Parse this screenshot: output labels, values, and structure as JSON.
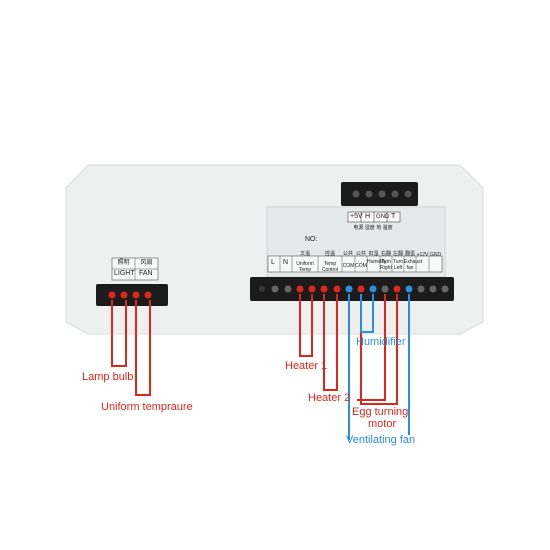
{
  "callouts": {
    "lamp_bulb": "Lamp bulb",
    "uniform_temperature": "Uniform tempraure",
    "heater_1": "Heater 1",
    "heater_2": "Heater 2",
    "humidifier": "Humidifier",
    "egg_turning_line1": "Egg turning",
    "egg_turning_line2": "motor",
    "ventilating_fan": "Ventilating fan"
  },
  "colors": {
    "red_wire": "#e0261b",
    "blue_wire": "#2a8fe0",
    "panel": "#eef0ef",
    "label_plate": "#e9ecec",
    "terminal_block": "#1b1b1b"
  },
  "left_block": {
    "cn_labels": [
      "照明",
      "风扇"
    ],
    "en_labels": [
      "LIGHT",
      "FAN"
    ]
  },
  "top_block": {
    "labels": [
      "+5V",
      "H",
      "GND",
      "T"
    ],
    "cn_labels": [
      "电源",
      "湿度",
      "地",
      "温度"
    ]
  },
  "main_block": {
    "no_label": "NO:",
    "row_cn": [
      "",
      "",
      "文温",
      "",
      "控温",
      "",
      "公共",
      "公共",
      "扣湿",
      "右翻",
      "左翻",
      "翻蛋",
      "+12V",
      "GND"
    ],
    "row_en": [
      "L",
      "N",
      "Uniform Temp",
      "",
      "Temp Control",
      "",
      "COM",
      "COM",
      "Humidify",
      "Turn Right",
      "Turn Left",
      "Exhaust fan",
      "",
      ""
    ]
  },
  "icons": [
    "screw-terminal-icon",
    "wire-lead-icon"
  ]
}
